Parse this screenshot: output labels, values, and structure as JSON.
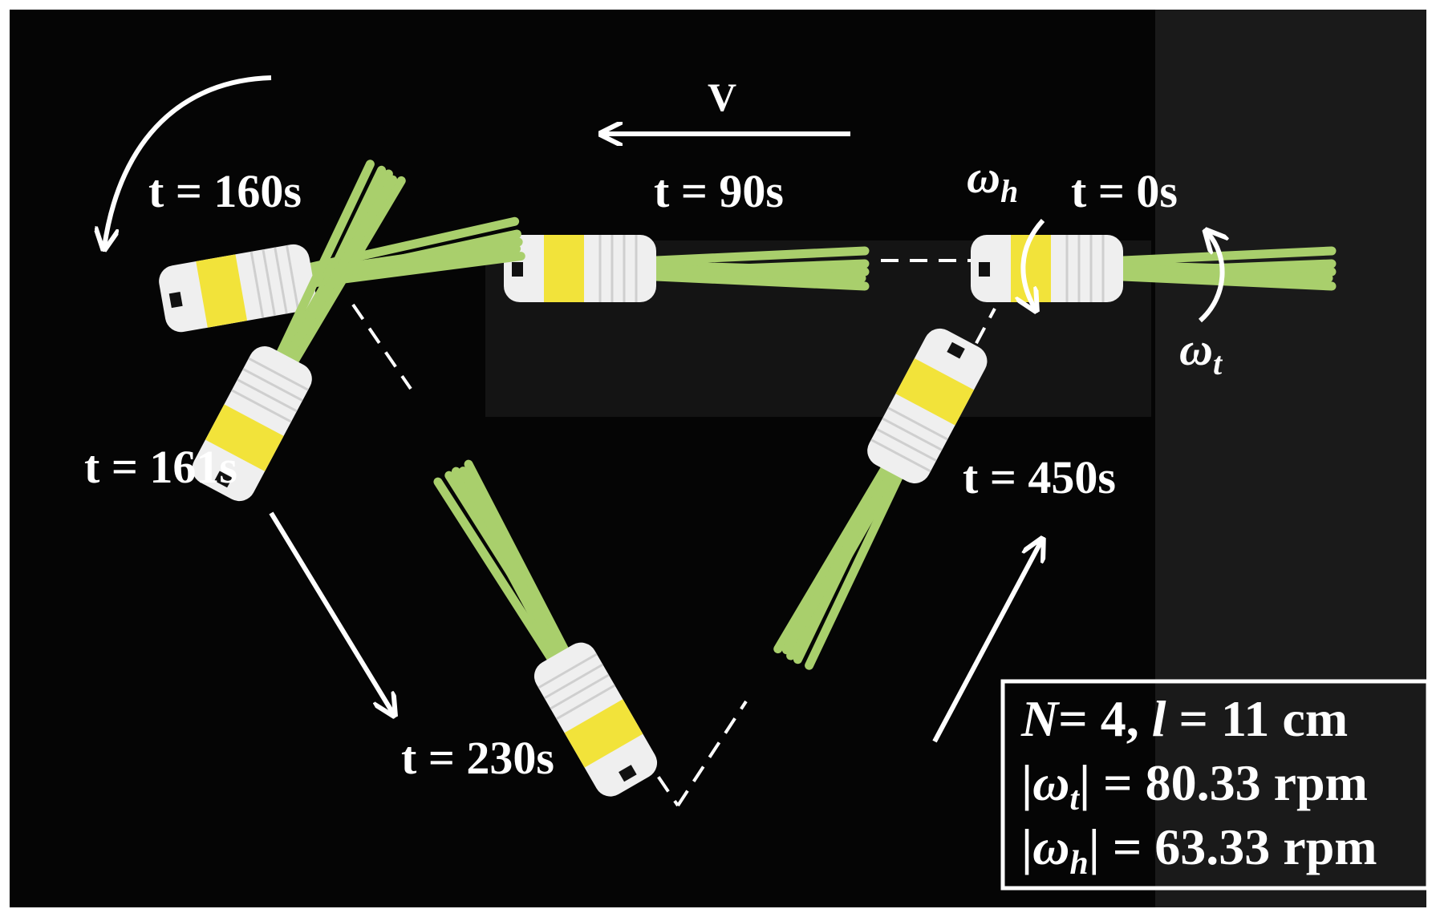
{
  "labels": {
    "t0": "t = 0s",
    "t90": "t = 90s",
    "t160": "t = 160s",
    "t161": "t = 161s",
    "t230": "t = 230s",
    "t450": "t = 450s",
    "velocity": "V"
  },
  "omega": {
    "symbol": "ω",
    "head_sub": "h",
    "tail_sub": "t"
  },
  "info": {
    "line1": {
      "n_var": "N",
      "n_rest": "= 4, ",
      "l_var": "l",
      "l_rest": " = 11 cm"
    },
    "line2": {
      "bar": "|",
      "symbol": "ω",
      "sub": "t",
      "rest": "| = 80.33 rpm"
    },
    "line3": {
      "bar": "|",
      "symbol": "ω",
      "sub": "h",
      "rest": "| = 63.33 rpm"
    }
  },
  "colors": {
    "background": "#050505",
    "stick_green": "#a9cf6c",
    "tape_yellow": "#f2e33a",
    "body_white": "#efefef",
    "annotation": "#ffffff"
  }
}
